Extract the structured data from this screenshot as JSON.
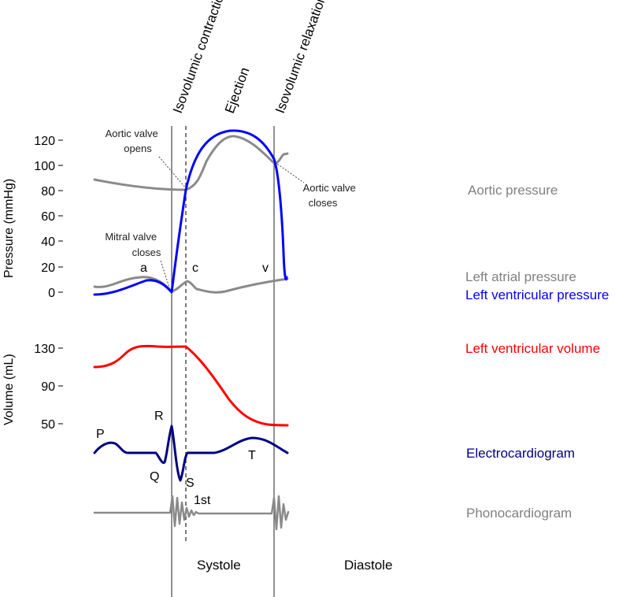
{
  "phases": {
    "isovolumic_contraction": "Isovolumic contraction",
    "ejection": "Ejection",
    "isovolumic_relaxation": "Isovolumic relaxation"
  },
  "pressure_axis": {
    "title": "Pressure (mmHg)",
    "ticks": [
      "120",
      "100",
      "80",
      "60",
      "40",
      "20",
      "0"
    ]
  },
  "volume_axis": {
    "title": "Volume (mL)",
    "ticks": [
      "130",
      "90",
      "50"
    ]
  },
  "annotations": {
    "aortic_valve_opens": [
      "Aortic valve",
      "opens"
    ],
    "aortic_valve_closes": [
      "Aortic valve",
      "closes"
    ],
    "mitral_valve_closes": [
      "Mitral valve",
      "closes"
    ]
  },
  "waves": {
    "a": "a",
    "c": "c",
    "v": "v",
    "P": "P",
    "Q": "Q",
    "R": "R",
    "S": "S",
    "T": "T",
    "first_sound": "1st"
  },
  "legend": {
    "aortic_pressure": "Aortic pressure",
    "left_atrial_pressure": "Left atrial pressure",
    "left_ventricular_pressure": "Left ventricular pressure",
    "left_ventricular_volume": "Left ventricular volume",
    "electrocardiogram": "Electrocardiogram",
    "phonocardiogram": "Phonocardiogram"
  },
  "cycle": {
    "systole": "Systole",
    "diastole": "Diastole"
  },
  "colors": {
    "aortic_pressure": "#808080",
    "left_atrial_pressure": "#808080",
    "left_ventricular_pressure": "#0000ff",
    "left_ventricular_volume": "#ff0000",
    "electrocardiogram": "#000080",
    "phonocardiogram": "#808080"
  }
}
